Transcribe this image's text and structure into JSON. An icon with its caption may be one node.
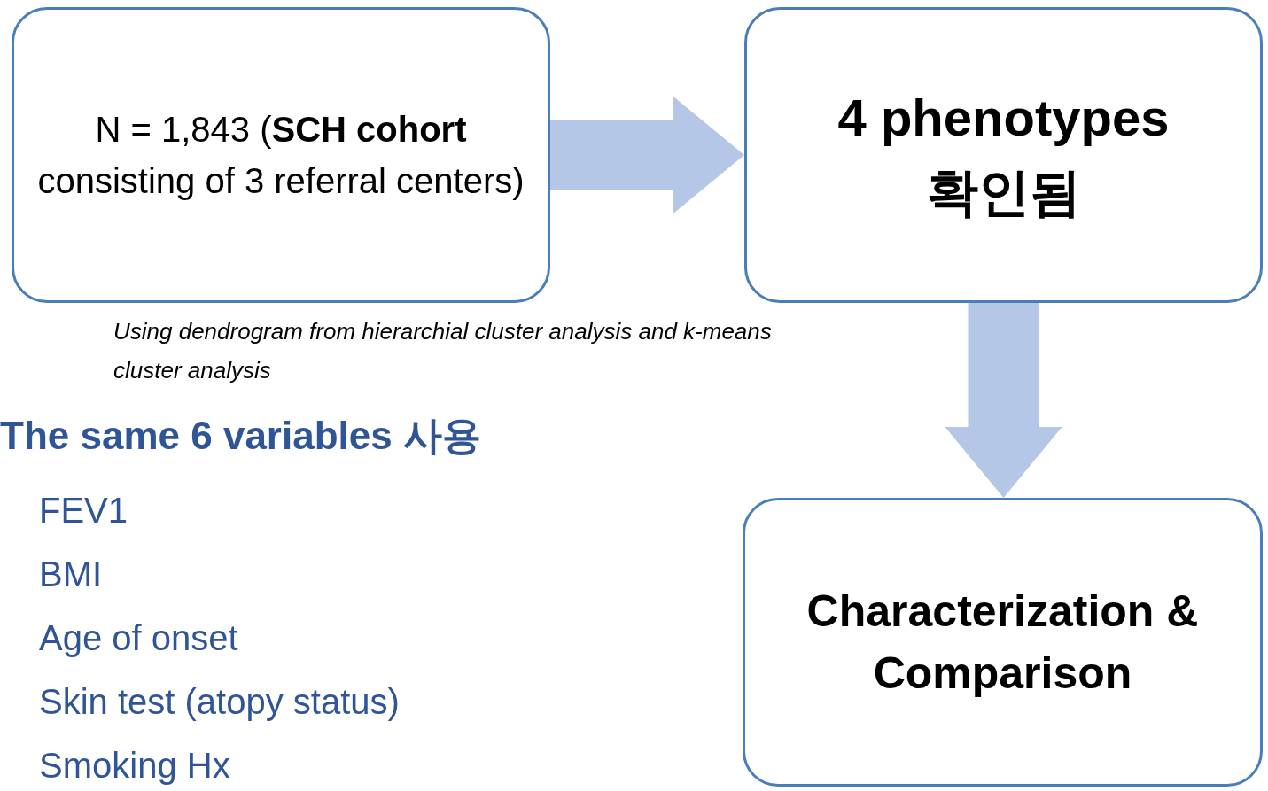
{
  "diagram": {
    "nodes": [
      {
        "text": [
          "N = 1,843 (**SCH cohort** consisting of 3 referral centers)"
        ]
      },
      {
        "text": [
          "4 phenotypes 확인됨"
        ]
      },
      {
        "text": [
          "Characterization & Comparison"
        ]
      }
    ],
    "edges": [
      {
        "from": 0,
        "to": 1,
        "arrow": "to"
      },
      {
        "from": 1,
        "to": 2,
        "arrow": "to"
      }
    ],
    "labels": [
      "Using dendrogram from hierarchial cluster analysis and k-means cluster analysis",
      "The same 6 variables 사용",
      "FEV1",
      "BMI",
      "Age of onset",
      "Skin test (atopy status)",
      "Smoking Hx"
    ]
  }
}
